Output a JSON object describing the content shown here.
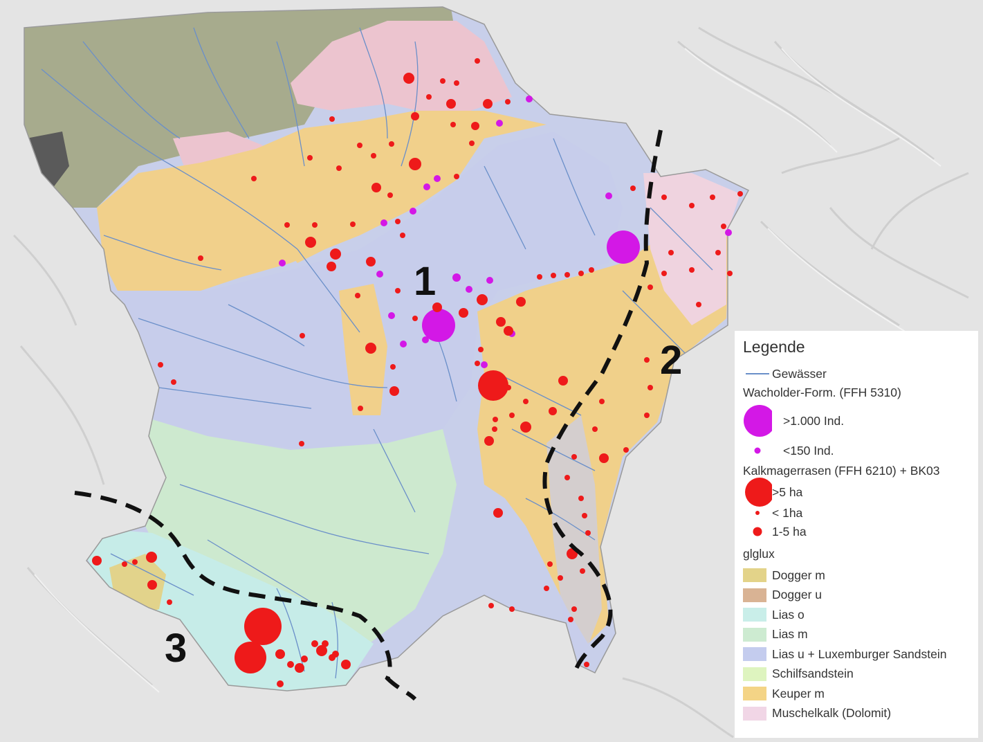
{
  "region_labels": [
    "1",
    "2",
    "3"
  ],
  "legend": {
    "title": "Legende",
    "water": {
      "label": "Gewässer",
      "color": "#6a8fc9"
    },
    "juniper": {
      "heading": "Wacholder-Form. (FFH 5310)",
      "color": "#d318e6",
      "sizes": [
        {
          "label": ">1.000 Ind.",
          "size": "large"
        },
        {
          "label": "<150 Ind.",
          "size": "small"
        }
      ]
    },
    "grassland": {
      "heading": "Kalkmagerrasen (FFH 6210) + BK03",
      "color": "#ee1a1a",
      "sizes": [
        {
          "label": ">5 ha",
          "size": "large"
        },
        {
          "label": "< 1ha",
          "size": "small"
        },
        {
          "label": "1-5 ha",
          "size": "medium"
        }
      ]
    },
    "geology": {
      "heading": "glglux",
      "units": [
        {
          "label": "Dogger m",
          "color": "#e3d389"
        },
        {
          "label": "Dogger u",
          "color": "#d9b394"
        },
        {
          "label": "Lias o",
          "color": "#c9eee9"
        },
        {
          "label": "Lias m",
          "color": "#cdebd1"
        },
        {
          "label": "Lias u + Luxemburger Sandstein",
          "color": "#c4ccee"
        },
        {
          "label": "Schilfsandstein",
          "color": "#def4bf"
        },
        {
          "label": "Keuper m",
          "color": "#f4d486"
        },
        {
          "label": "Muschelkalk (Dolomit)",
          "color": "#f1d6e6"
        }
      ]
    }
  }
}
